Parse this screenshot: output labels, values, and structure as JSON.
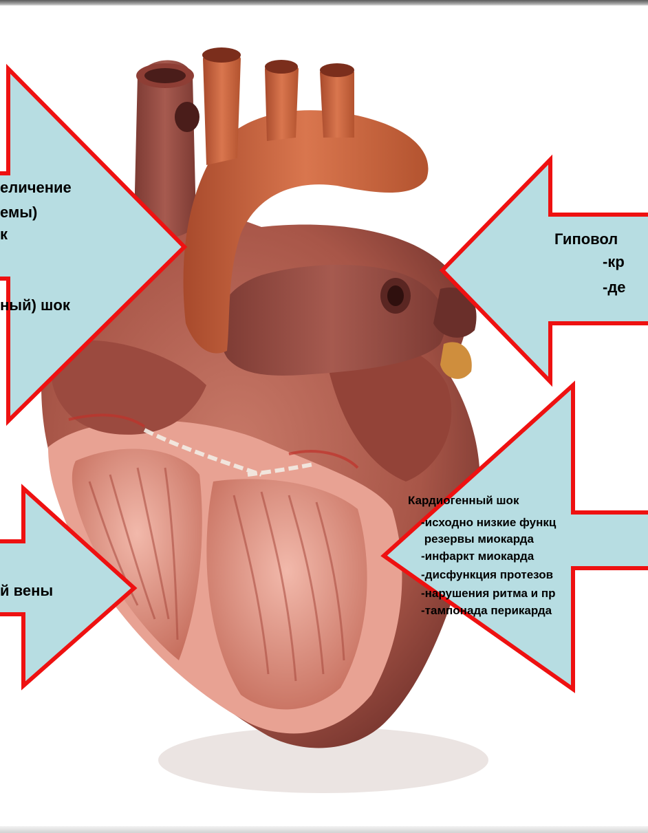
{
  "palette": {
    "arrow_fill": "#b7dde2",
    "arrow_stroke": "#ee1111",
    "heart_muscle": "#a85648",
    "aorta": "#c5623e",
    "vena_cava": "#8e463e",
    "chamber_inner": "#e9a397"
  },
  "labels": {
    "top_left": {
      "line1": "еличение",
      "line2": "емы)",
      "line3": "к",
      "line4": "ный) шок"
    },
    "top_right": {
      "line1": "Гиповол",
      "line2": "-кр",
      "line3": "-де"
    },
    "bottom_left": {
      "line1": "й вены"
    },
    "bottom_right": {
      "line1": "Кардиогенный шок",
      "line2": "-исходно низкие функц",
      "line3": " резервы миокарда",
      "line4": "-инфаркт миокарда",
      "line5": "-дисфункция протезов",
      "line6": "-нарушения ритма и пр",
      "line7": "-тампонада перикарда"
    }
  }
}
